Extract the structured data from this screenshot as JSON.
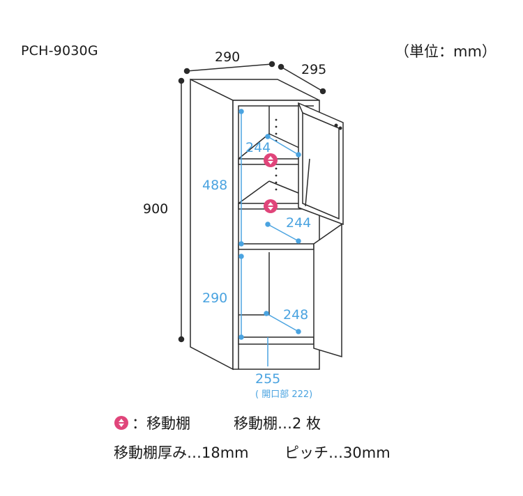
{
  "model": "PCH-9030G",
  "unit_label": "（単位：mm）",
  "dimensions": {
    "width": "290",
    "depth": "295",
    "height": "900",
    "upper_section_height": "488",
    "lower_section_height": "290",
    "shelf_upper_depth": "244",
    "shelf_middle_depth": "244",
    "bottom_depth": "248",
    "bottom_width": "255",
    "opening_note": "( 開口部 222)"
  },
  "legend": {
    "marker_label": "：移動棚",
    "shelf_count": "移動棚…2 枚",
    "shelf_thickness": "移動棚厚み…18mm",
    "pitch": "ピッチ…30mm"
  },
  "colors": {
    "outline": "#2a2a2a",
    "dimension_blue": "#4aa3e0",
    "marker_pink": "#e0457a"
  }
}
